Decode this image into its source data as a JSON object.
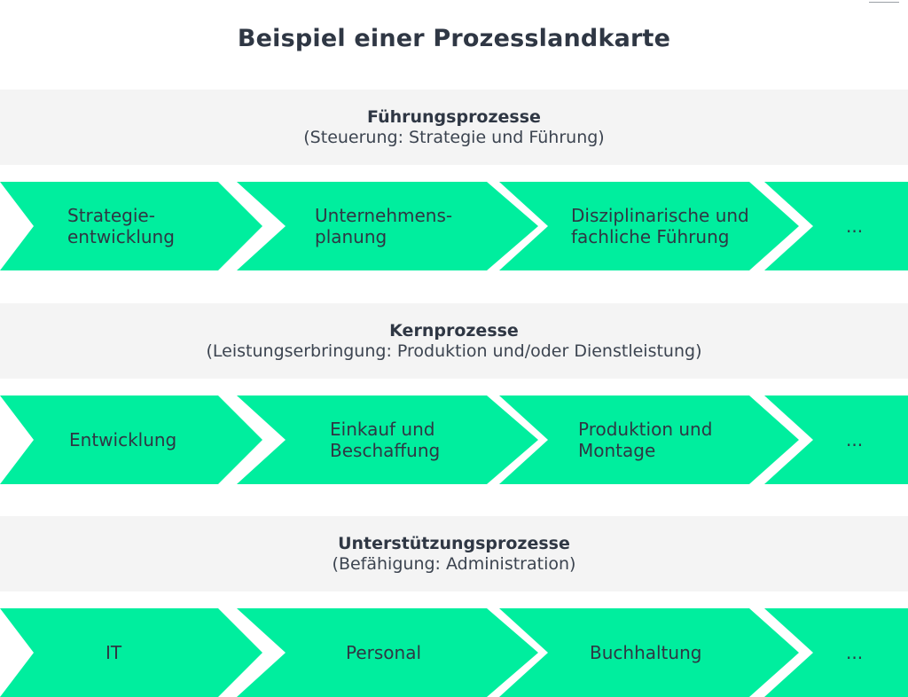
{
  "title": "Beispiel einer Prozesslandkarte",
  "colors": {
    "arrow": "#00ee9e",
    "band": "#f4f4f4",
    "text": "#2f3744"
  },
  "sections": [
    {
      "title": "Führungsprozesse",
      "subtitle": "(Steuerung: Strategie und Führung)",
      "steps": [
        "Strategie-\nentwicklung",
        "Unternehmens-\nplanung",
        "Disziplinarische und\nfachliche Führung",
        "..."
      ]
    },
    {
      "title": "Kernprozesse",
      "subtitle": "(Leistungserbringung: Produktion und/oder Dienstleistung)",
      "steps": [
        "Entwicklung",
        "Einkauf und\nBeschaffung",
        "Produktion und\nMontage",
        "..."
      ]
    },
    {
      "title": "Unterstützungsprozesse",
      "subtitle": "(Befähigung: Administration)",
      "steps": [
        "IT",
        "Personal",
        "Buchhaltung",
        "..."
      ]
    }
  ]
}
